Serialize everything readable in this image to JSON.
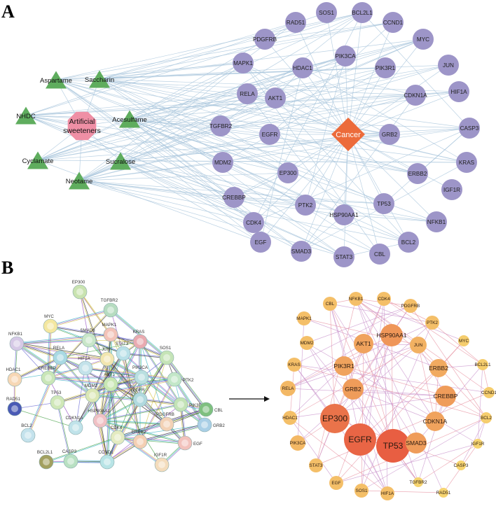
{
  "panels": {
    "a_label": "A",
    "b_label": "B"
  },
  "panel_a": {
    "sweetener_hub": "Artificial sweeteners",
    "disease_node": "Cancer",
    "sweeteners": [
      "Aspartame",
      "Saccharin",
      "NHDC",
      "Acesulfame",
      "Cyclamate",
      "Sucralose",
      "Neotame"
    ],
    "targets": [
      "RAD51",
      "SOS1",
      "BCL2L1",
      "CCND1",
      "PDGFRB",
      "MYC",
      "MAPK1",
      "HDAC1",
      "PIK3CA",
      "PIK3R1",
      "JUN",
      "RELA",
      "AKT1",
      "CDKN1A",
      "HIF1A",
      "TGFBR2",
      "EGFR",
      "GRB2",
      "CASP3",
      "MDM2",
      "EP300",
      "ERBB2",
      "KRAS",
      "IGF1R",
      "CREBBP",
      "PTK2",
      "TP53",
      "NFKB1",
      "CDK4",
      "HSP90AA1",
      "BCL2",
      "EGF",
      "SMAD3",
      "STAT3",
      "CBL"
    ],
    "colors": {
      "target": "#9d95c8",
      "sweetener": "#5fad5e",
      "hub": "#ef8fa5",
      "disease": "#ec6b3b",
      "edge": "#a9c6dc"
    }
  },
  "panel_b_left": {
    "nodes": [
      "EP300",
      "TGFBR2",
      "MYC",
      "MAPK1",
      "SMAD3",
      "KRAS",
      "NFKB1",
      "RELA",
      "JUN",
      "STAT3",
      "SOS1",
      "HIF1A",
      "HDAC1",
      "CREBBP",
      "AKT1",
      "PIK3CA",
      "PTK2",
      "MDM2",
      "EGFR",
      "PIK3R1",
      "CBL",
      "RAD51",
      "TP53",
      "HSP90AA1",
      "PDGFRB",
      "GRB2",
      "BCL2",
      "CDKN1A",
      "CDK4",
      "ERBB2",
      "EGF",
      "BCL2L1",
      "CASP3",
      "CCND1",
      "IGF1R"
    ]
  },
  "panel_b_right": {
    "nodes": [
      "NFKB1",
      "CDK4",
      "CBL",
      "PDGFRB",
      "MAPK1",
      "HSP90AA1",
      "PTK2",
      "AKT1",
      "MDM2",
      "JUN",
      "MYC",
      "PIK3R1",
      "KRAS",
      "ERBB2",
      "BCL2L1",
      "GRB2",
      "CREBBP",
      "RELA",
      "CCND1",
      "EP300",
      "CDKN1A",
      "HDAC1",
      "BCL2",
      "EGFR",
      "TP53",
      "SMAD3",
      "PIK3CA",
      "IGF1R",
      "CASP3",
      "STAT3",
      "EGF",
      "SOS1",
      "HIF1A",
      "TGFBR2",
      "RAD51"
    ]
  }
}
